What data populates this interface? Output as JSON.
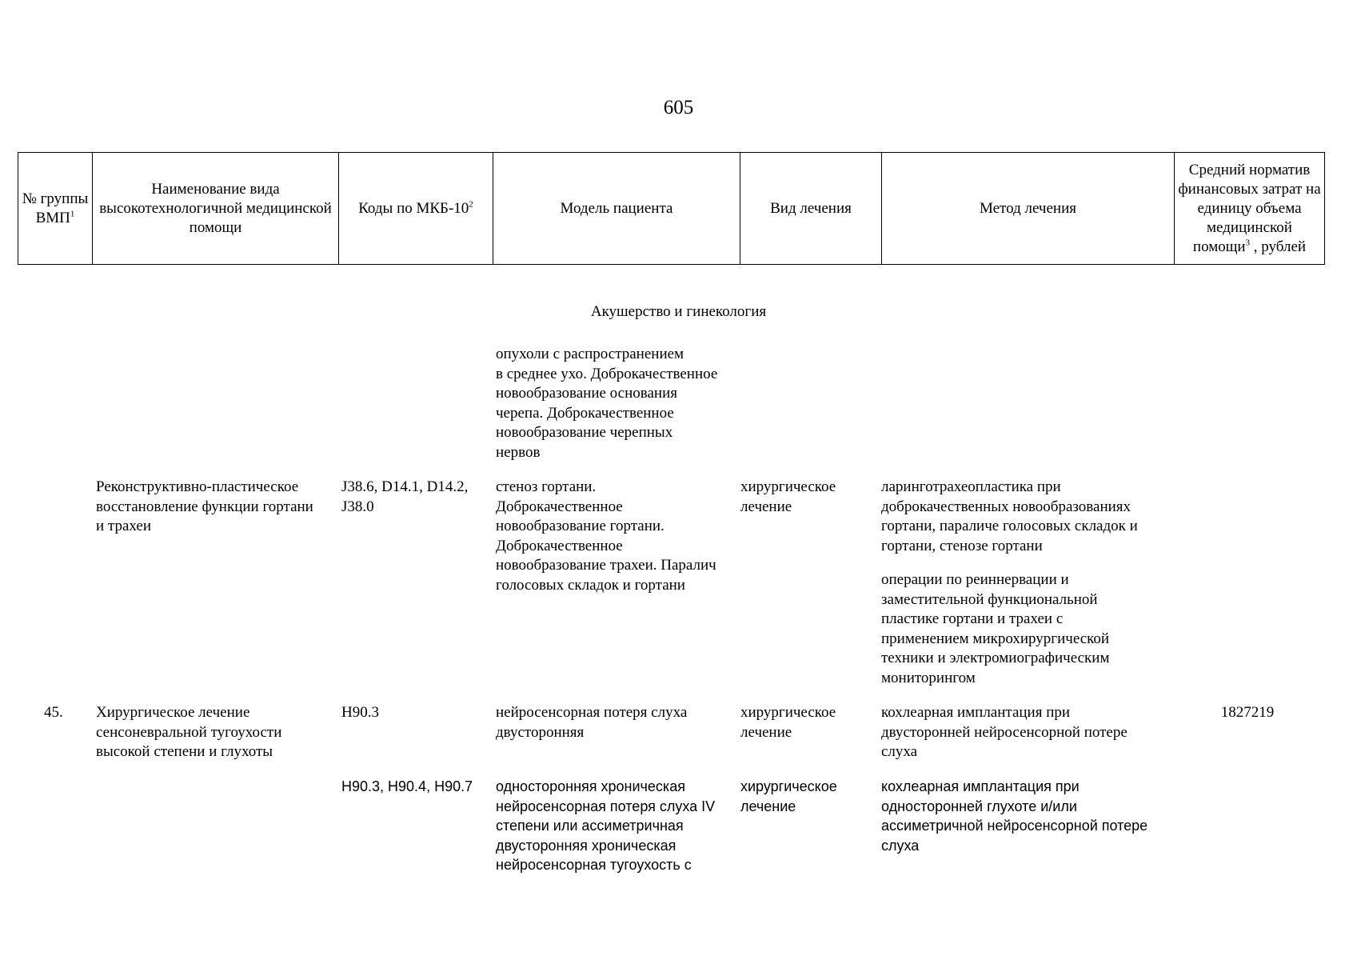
{
  "page_number": "605",
  "table_header": {
    "col_group": "№ группы ВМП",
    "col_group_sup": "1",
    "col_name": "Наименование вида высокотехнологичной медицинской помощи",
    "col_codes": "Коды по МКБ-10",
    "col_codes_sup": "2",
    "col_model": "Модель пациента",
    "col_type": "Вид лечения",
    "col_method": "Метод лечения",
    "col_cost": "Средний норматив финансовых затрат на единицу объема медицинской помощи",
    "col_cost_sup": "3",
    "col_cost_suffix": " , рублей"
  },
  "section_title": "Акушерство и гинекология",
  "rows": [
    {
      "model": "опухоли с распространением\nв среднее ухо. Доброкачественное\nновообразование основания\nчерепа. Доброкачественное\nновообразование черепных\nнервов"
    },
    {
      "name": "Реконструктивно-пластическое\nвосстановление функции гортани\nи трахеи",
      "codes": "J38.6, D14.1, D14.2,\nJ38.0",
      "model": "стеноз гортани.\nДоброкачественное\nновообразование гортани.\nДоброкачественное\nновообразование трахеи. Паралич\nголосовых складок и гортани",
      "type": "хирургическое\nлечение",
      "method_1": "ларинготрахеопластика при\nдоброкачественных новообразованиях\nгортани, параличе голосовых складок и\nгортани, стенозе гортани",
      "method_2": "операции по реиннервации и\nзаместительной функциональной\nпластике гортани и трахеи с\nприменением микрохирургической\nтехники и электромиографическим\nмониторингом"
    },
    {
      "group": "45.",
      "name": "Хирургическое лечение\nсенсоневральной тугоухости\nвысокой степени и глухоты",
      "codes": "H90.3",
      "model": "нейросенсорная потеря слуха\nдвусторонняя",
      "type": "хирургическое\nлечение",
      "method": "кохлеарная имплантация при\nдвусторонней нейросенсорной потере\nслуха",
      "cost": "1827219"
    },
    {
      "codes": "H90.3, H90.4, H90.7",
      "model": "односторонняя хроническая\nнейросенсорная потеря слуха IV\nстепени или ассиметричная\nдвусторонняя хроническая\nнейросенсорная тугоухость с",
      "type": "хирургическое\nлечение",
      "method": "кохлеарная имплантация при\nодносторонней глухоте и/или\nассиметричной нейросенсорной потере\nслуха"
    }
  ]
}
